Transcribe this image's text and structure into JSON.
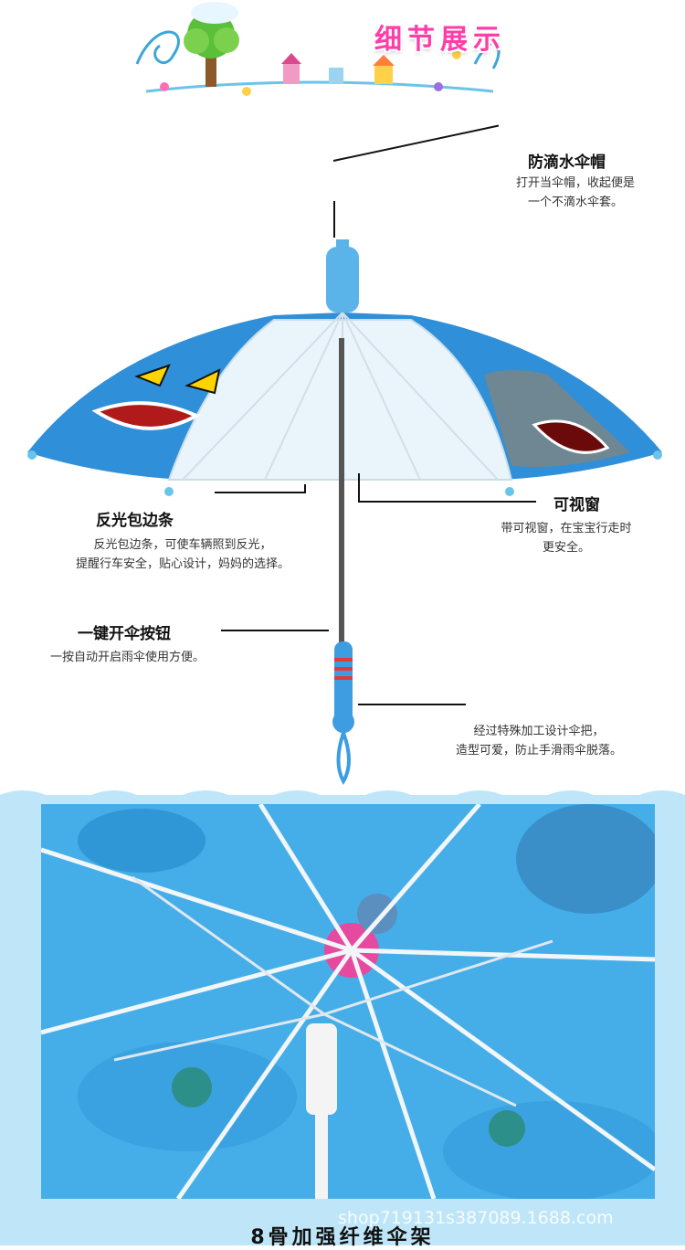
{
  "banner": {
    "title": "细节展示"
  },
  "callouts": {
    "cap": {
      "title": "防滴水伞帽",
      "desc_line1": "打开当伞帽，收起便是",
      "desc_line2": "一个不滴水伞套。"
    },
    "reflective": {
      "title": "反光包边条",
      "desc_line1": "反光包边条，可使车辆照到反光，",
      "desc_line2": "提醒行车安全，贴心设计，妈妈的选择。"
    },
    "window": {
      "title": "可视窗",
      "desc_line1": "带可视窗，在宝宝行走时",
      "desc_line2": "更安全。"
    },
    "button": {
      "title": "一键开伞按钮",
      "desc_line1": "一按自动开启雨伞使用方便。"
    },
    "handle": {
      "desc_line1": "经过特殊加工设计伞把，",
      "desc_line2": "造型可爱，防止手滑雨伞脱落。"
    }
  },
  "bottom": {
    "title": "8骨加强纤维伞架",
    "watermark": "shop719131s387089.1688.com"
  },
  "colors": {
    "umbrella_blue": "#2f8fd8",
    "section_bg": "#bfe6f8",
    "title_pink": "#ff3da8"
  }
}
